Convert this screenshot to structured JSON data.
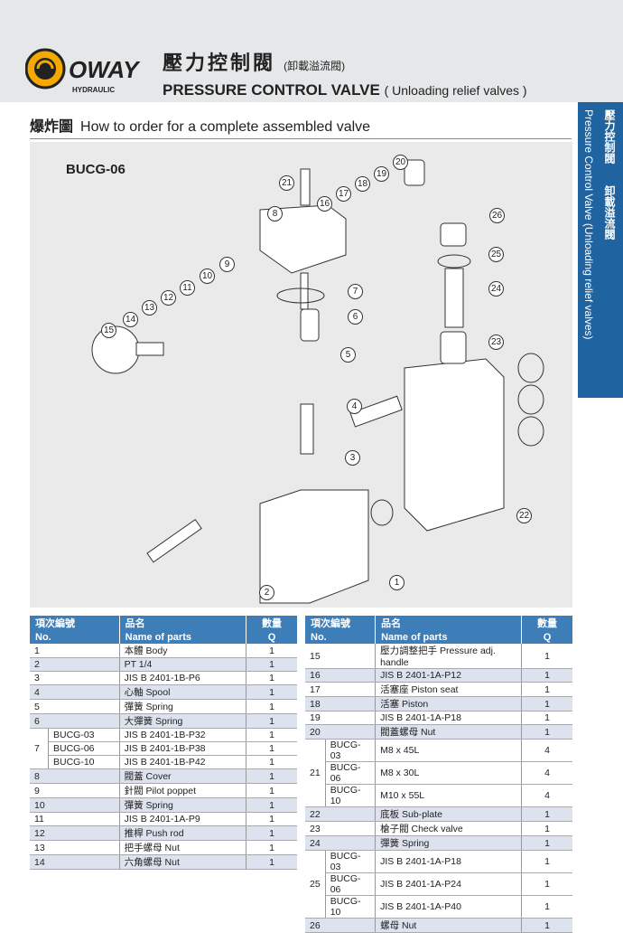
{
  "header": {
    "brand": "OWAY",
    "brand_sub": "HYDRAULIC",
    "title_cn": "壓力控制閥",
    "title_cn_sub": "(卸載溢流閥)",
    "title_en": "PRESSURE CONTROL VALVE",
    "title_en_sub": "( Unloading relief valves )"
  },
  "section": {
    "cn": "爆炸圖",
    "en": "How to order for a complete assembled valve"
  },
  "sidetab": {
    "cn1": "壓力控制閥",
    "cn2": "卸載溢流閥",
    "en": "Pressure Control Valve (Unloading relief valves)"
  },
  "diagram": {
    "model": "BUCG-06",
    "callouts": [
      "1",
      "2",
      "3",
      "4",
      "5",
      "6",
      "7",
      "8",
      "9",
      "10",
      "11",
      "12",
      "13",
      "14",
      "15",
      "16",
      "17",
      "18",
      "19",
      "20",
      "21",
      "22",
      "23",
      "24",
      "25",
      "26"
    ]
  },
  "table_headers": {
    "no_cn": "項次編號",
    "no_en": "No.",
    "name_cn": "品名",
    "name_en": "Name of parts",
    "q_cn": "數量",
    "q_en": "Q"
  },
  "left_rows": [
    {
      "no": "1",
      "name": "本體 Body",
      "q": "1"
    },
    {
      "no": "2",
      "name": "PT 1/4",
      "q": "1"
    },
    {
      "no": "3",
      "name": "JIS B 2401-1B-P6",
      "q": "1"
    },
    {
      "no": "4",
      "name": "心軸 Spool",
      "q": "1"
    },
    {
      "no": "5",
      "name": "彈簧 Spring",
      "q": "1"
    },
    {
      "no": "6",
      "name": "大彈簧 Spring",
      "q": "1"
    },
    {
      "no": "7",
      "sub": "BUCG-03",
      "name": "JIS B 2401-1B-P32",
      "q": "1"
    },
    {
      "no": "7",
      "sub": "BUCG-06",
      "name": "JIS B 2401-1B-P38",
      "q": "1"
    },
    {
      "no": "7",
      "sub": "BUCG-10",
      "name": "JIS B 2401-1B-P42",
      "q": "1"
    },
    {
      "no": "8",
      "name": "閥蓋 Cover",
      "q": "1"
    },
    {
      "no": "9",
      "name": "針閥 Pilot poppet",
      "q": "1"
    },
    {
      "no": "10",
      "name": "彈簧 Spring",
      "q": "1"
    },
    {
      "no": "11",
      "name": "JIS B 2401-1A-P9",
      "q": "1"
    },
    {
      "no": "12",
      "name": "推桿 Push rod",
      "q": "1"
    },
    {
      "no": "13",
      "name": "把手螺母 Nut",
      "q": "1"
    },
    {
      "no": "14",
      "name": "六角螺母 Nut",
      "q": "1"
    }
  ],
  "right_rows": [
    {
      "no": "15",
      "name": "壓力調整把手 Pressure adj. handle",
      "q": "1"
    },
    {
      "no": "16",
      "name": "JIS B 2401-1A-P12",
      "q": "1"
    },
    {
      "no": "17",
      "name": "活塞座 Piston seat",
      "q": "1"
    },
    {
      "no": "18",
      "name": "活塞 Piston",
      "q": "1"
    },
    {
      "no": "19",
      "name": "JIS B 2401-1A-P18",
      "q": "1"
    },
    {
      "no": "20",
      "name": "閥蓋螺母 Nut",
      "q": "1"
    },
    {
      "no": "21",
      "sub": "BUCG-03",
      "name": "M8 x 45L",
      "q": "4"
    },
    {
      "no": "21",
      "sub": "BUCG-06",
      "name": "M8 x 30L",
      "q": "4"
    },
    {
      "no": "21",
      "sub": "BUCG-10",
      "name": "M10 x 55L",
      "q": "4"
    },
    {
      "no": "22",
      "name": "底板 Sub-plate",
      "q": "1"
    },
    {
      "no": "23",
      "name": "槍子閥 Check valve",
      "q": "1"
    },
    {
      "no": "24",
      "name": "彈簧 Spring",
      "q": "1"
    },
    {
      "no": "25",
      "sub": "BUCG-03",
      "name": "JIS B 2401-1A-P18",
      "q": "1"
    },
    {
      "no": "25",
      "sub": "BUCG-06",
      "name": "JIS B 2401-1A-P24",
      "q": "1"
    },
    {
      "no": "25",
      "sub": "BUCG-10",
      "name": "JIS B 2401-1A-P40",
      "q": "1"
    },
    {
      "no": "26",
      "name": "螺母 Nut",
      "q": "1"
    }
  ]
}
